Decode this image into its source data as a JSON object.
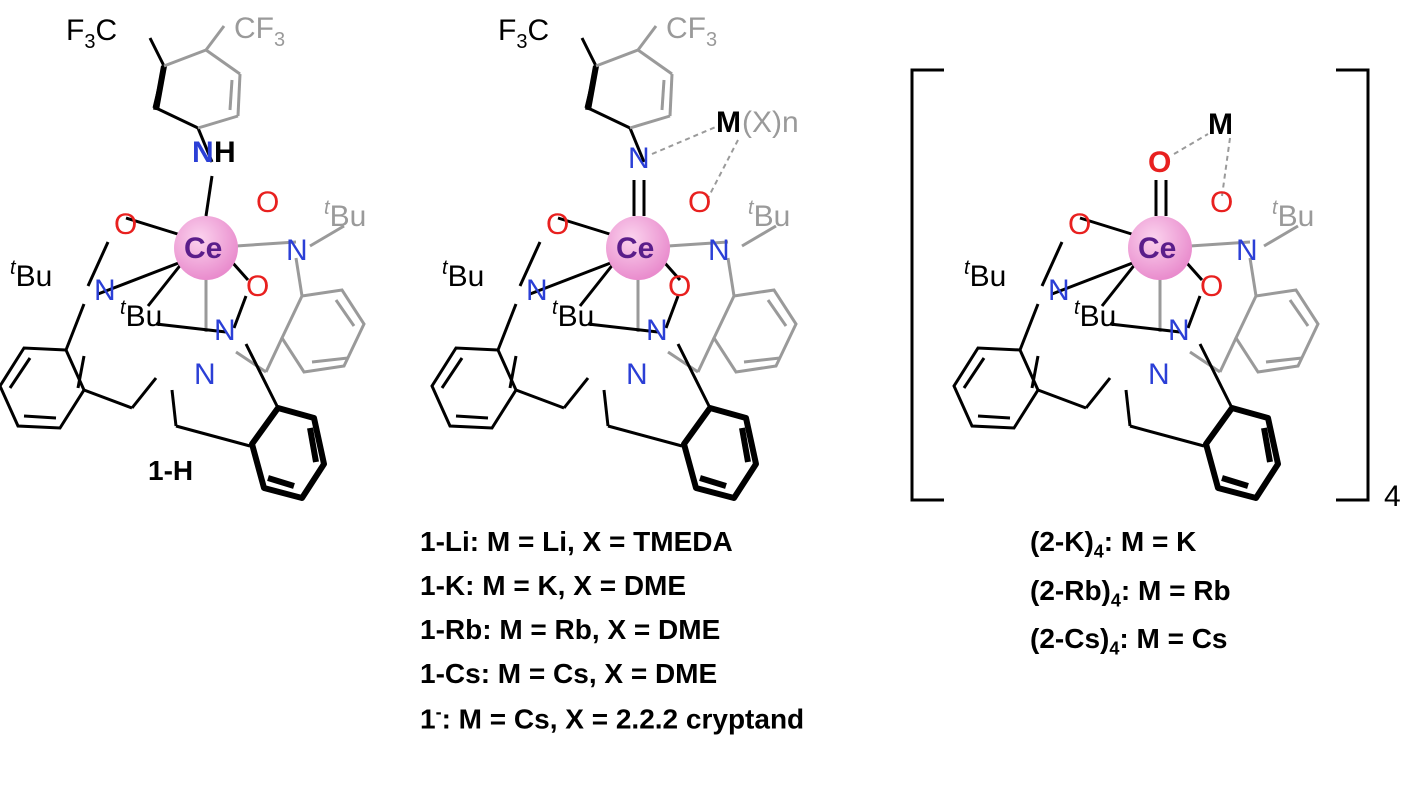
{
  "colors": {
    "black": "#000000",
    "gray": "#9a9a9a",
    "oxygen": "#e8201f",
    "nitrogen": "#2b3fd6",
    "cerium_fill": "#ef9ad6",
    "cerium_text": "#5a1d8a"
  },
  "atoms": {
    "ce": "Ce",
    "o": "O",
    "n": "N",
    "nh_n": "N",
    "nh_h": "H",
    "tbu_t": "t",
    "tbu_bu": "Bu",
    "cf3_left": "F",
    "cf3_right": "CF",
    "sub3": "3",
    "c": "C",
    "m": "M",
    "m_xn": "(X)n"
  },
  "bracket_count": "4",
  "captions": {
    "c1": {
      "label": "1-H"
    },
    "c2": [
      {
        "id": "1-Li",
        "text": "1-Li: M = Li, X = TMEDA"
      },
      {
        "id": "1-K",
        "text": "1-K: M = K, X = DME"
      },
      {
        "id": "1-Rb",
        "text": "1-Rb: M = Rb, X = DME"
      },
      {
        "id": "1-Cs",
        "text": "1-Cs: M = Cs, X = DME"
      },
      {
        "id": "1-",
        "pre": "1",
        "sup": "-",
        "post": ": M = Cs, X = 2.2.2 cryptand"
      }
    ],
    "c3": [
      {
        "id": "2-K",
        "pre": "(2-K)",
        "sub": "4",
        "post": ": M = K"
      },
      {
        "id": "2-Rb",
        "pre": "(2-Rb)",
        "sub": "4",
        "post": ": M = Rb"
      },
      {
        "id": "2-Cs",
        "pre": "(2-Cs)",
        "sub": "4",
        "post": ": M = Cs"
      }
    ]
  }
}
